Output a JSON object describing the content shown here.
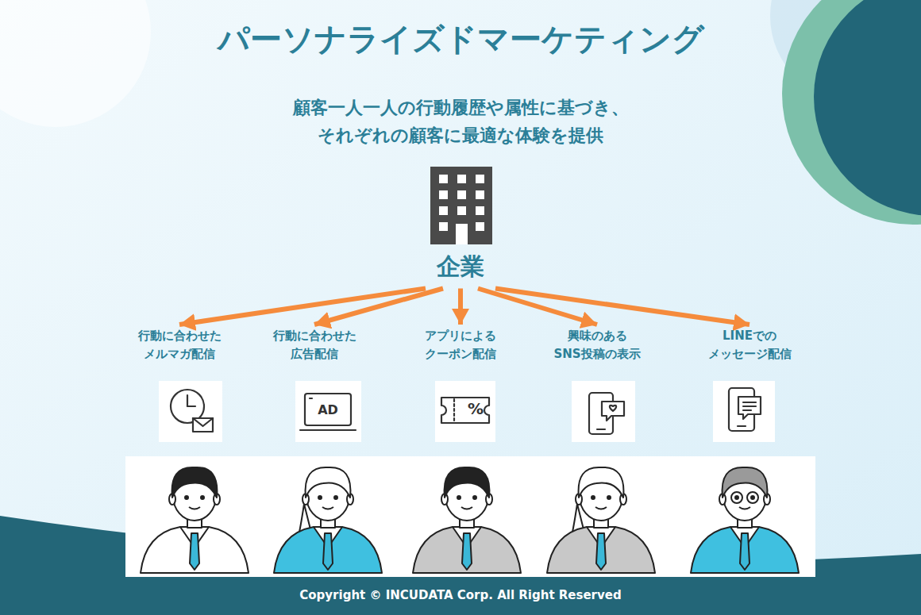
{
  "diagram": {
    "title": "パーソナライズドマーケティング",
    "nodes": [
      {
        "text": [
          "企業"
        ]
      },
      {
        "text": [
          "行動に合わせた メルマガ配信"
        ]
      },
      {
        "text": [
          "行動に合わせた 広告配信"
        ]
      },
      {
        "text": [
          "アプリによる クーポン配信"
        ]
      },
      {
        "text": [
          "興味のある SNS投稿の表示"
        ]
      },
      {
        "text": [
          "LINEでの メッセージ配信"
        ]
      }
    ],
    "edges": [
      {
        "from": 0,
        "to": 1,
        "arrow": "to"
      },
      {
        "from": 0,
        "to": 2,
        "arrow": "to"
      },
      {
        "from": 0,
        "to": 3,
        "arrow": "to"
      },
      {
        "from": 0,
        "to": 4,
        "arrow": "to"
      },
      {
        "from": 0,
        "to": 5,
        "arrow": "to"
      }
    ],
    "labels": [
      "顧客一人一人の行動履歴や属性に基づき、 それぞれの顧客に最適な体験を提供",
      "AD",
      "%",
      "Copyright © INCUDATA Corp. All Right Reserved"
    ]
  }
}
